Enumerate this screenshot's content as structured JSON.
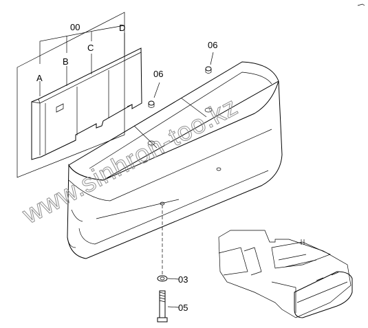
{
  "labels": {
    "assembly": "00",
    "part_a": "A",
    "part_b": "B",
    "part_c": "C",
    "part_d": "D",
    "cap_left": "06",
    "cap_right": "06",
    "washer": "03",
    "bolt": "05"
  },
  "watermark": "www.sinhron-too.kz",
  "colors": {
    "line": "#000000",
    "watermark": "#8f8f8f",
    "background": "#ffffff"
  }
}
